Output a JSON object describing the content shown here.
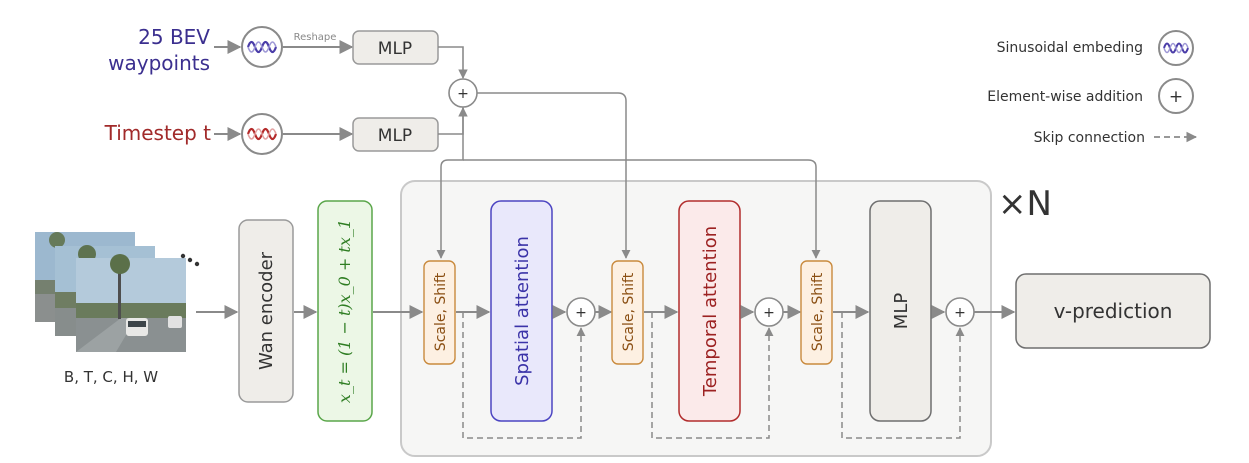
{
  "inputs": {
    "waypoints_line1": "25 BEV",
    "waypoints_line2": "waypoints",
    "timestep": "Timestep t",
    "reshape": "Reshape",
    "frames_dims": "B, T, C, H, W"
  },
  "blocks": {
    "mlp_top": "MLP",
    "mlp_bottom": "MLP",
    "wan_encoder": "Wan encoder",
    "formula": "x_t = (1 − t)x_0 + tx_1",
    "scale_shift_1": "Scale, Shift",
    "scale_shift_2": "Scale, Shift",
    "scale_shift_3": "Scale, Shift",
    "spatial_attention": "Spatial attention",
    "temporal_attention": "Temporal attention",
    "mlp_main": "MLP",
    "v_prediction": "v-prediction",
    "repeat": "×N"
  },
  "legend": {
    "sinusoidal": "Sinusoidal embeding",
    "addition": "Element-wise addition",
    "skip": "Skip connection"
  },
  "colors": {
    "waypoints_text": "#3b2f8f",
    "timestep_text": "#a12a2a",
    "wave_blue": "#4a3ca8",
    "wave_red": "#b42a2a",
    "arrow": "#8a8a8a",
    "block_fill": "#efede9",
    "spatial_fill": "#e9e8fb",
    "spatial_stroke": "#4c45c2",
    "temporal_fill": "#fbeaea",
    "temporal_stroke": "#b22d2d",
    "scale_fill": "#fdf0e2",
    "scale_stroke": "#c98a3d",
    "formula_fill": "#ecf7e6",
    "formula_stroke": "#5aa64a"
  }
}
